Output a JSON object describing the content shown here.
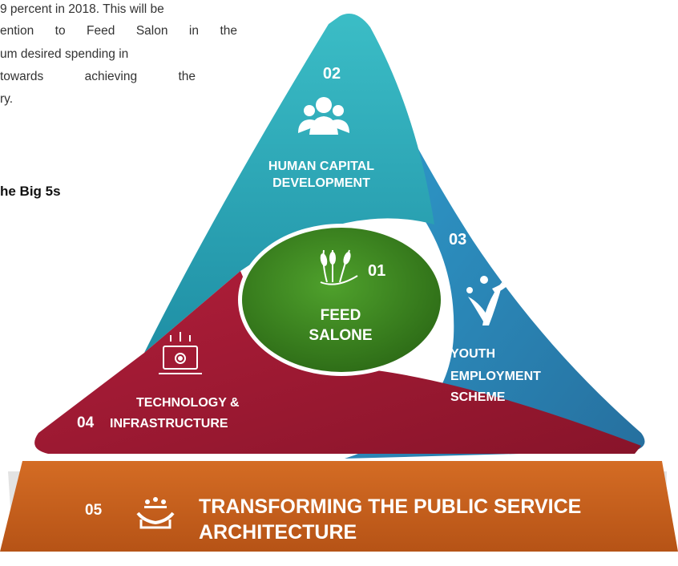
{
  "paragraph": {
    "line1": "9 percent in 2018. This will be",
    "line2": "ention to Feed Salon in the",
    "line3": "um desired spending in",
    "line4": "towards achieving the",
    "line5": "ry."
  },
  "heading": "he Big 5s",
  "sections": [
    {
      "number": "01",
      "label_lines": [
        "FEED",
        "SALONE"
      ],
      "icon": "wheat-icon",
      "color": "#3f8a20"
    },
    {
      "number": "02",
      "label_lines": [
        "HUMAN CAPITAL",
        "DEVELOPMENT"
      ],
      "icon": "people-group-icon",
      "color": "#2ea6b5"
    },
    {
      "number": "03",
      "label_lines": [
        "YOUTH",
        "EMPLOYMENT",
        "SCHEME"
      ],
      "icon": "cheering-people-icon",
      "color": "#2f86b8"
    },
    {
      "number": "04",
      "label_lines": [
        "TECHNOLOGY &",
        "INFRASTRUCTURE"
      ],
      "icon": "computer-gear-icon",
      "color": "#9e1a33"
    },
    {
      "number": "05",
      "label_lines": [
        "TRANSFORMING THE PUBLIC SERVICE",
        "ARCHITECTURE"
      ],
      "icon": "hands-people-icon",
      "color": "#c9601e"
    }
  ]
}
